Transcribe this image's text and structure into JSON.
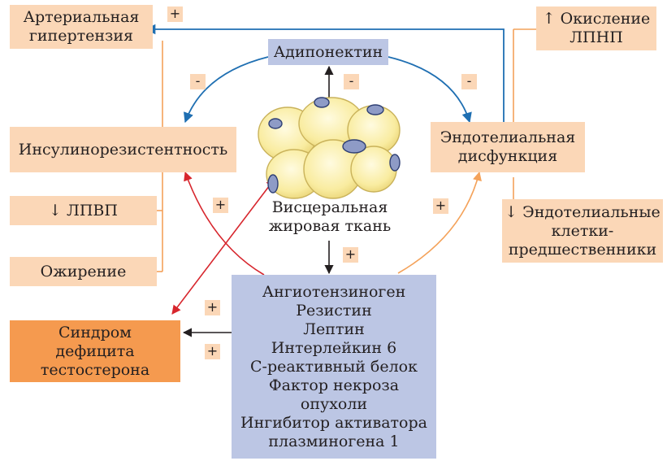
{
  "nodes": {
    "hypertension": "Артериальная\nгипертензия",
    "ldl_oxidation": "↑ Окисление\nЛПНП",
    "adiponectin": "Адипонектин",
    "insulin_resistance": "Инсулинорезистентность",
    "endothelial_dysfunction": "Эндотелиальная\nдисфункция",
    "hdl": "↓ ЛПВП",
    "progenitor_cells": "↓ Эндотелиальные\nклетки-\nпредшественники",
    "obesity": "Ожирение",
    "visceral_fat": "Висцеральная\nжировая ткань",
    "testosterone_deficiency": "Синдром\nдефицита\nтестостерона",
    "mediators": "Ангиотензиноген\nРезистин\nЛептин\nИнтерлейкин 6\nС-реактивный белок\nФактор некроза\nопухоли\nИнгибитор активатора\nплазминогена 1"
  },
  "signs": {
    "plus": "+",
    "minus": "-"
  },
  "colors": {
    "peach": "#fbd7b7",
    "orange": "#f59a4f",
    "lavender": "#bcc6e4",
    "blue_arrow": "#1f6fb2",
    "red_arrow": "#d7262d",
    "orange_arrow": "#f4a25a",
    "black_arrow": "#231f20"
  }
}
